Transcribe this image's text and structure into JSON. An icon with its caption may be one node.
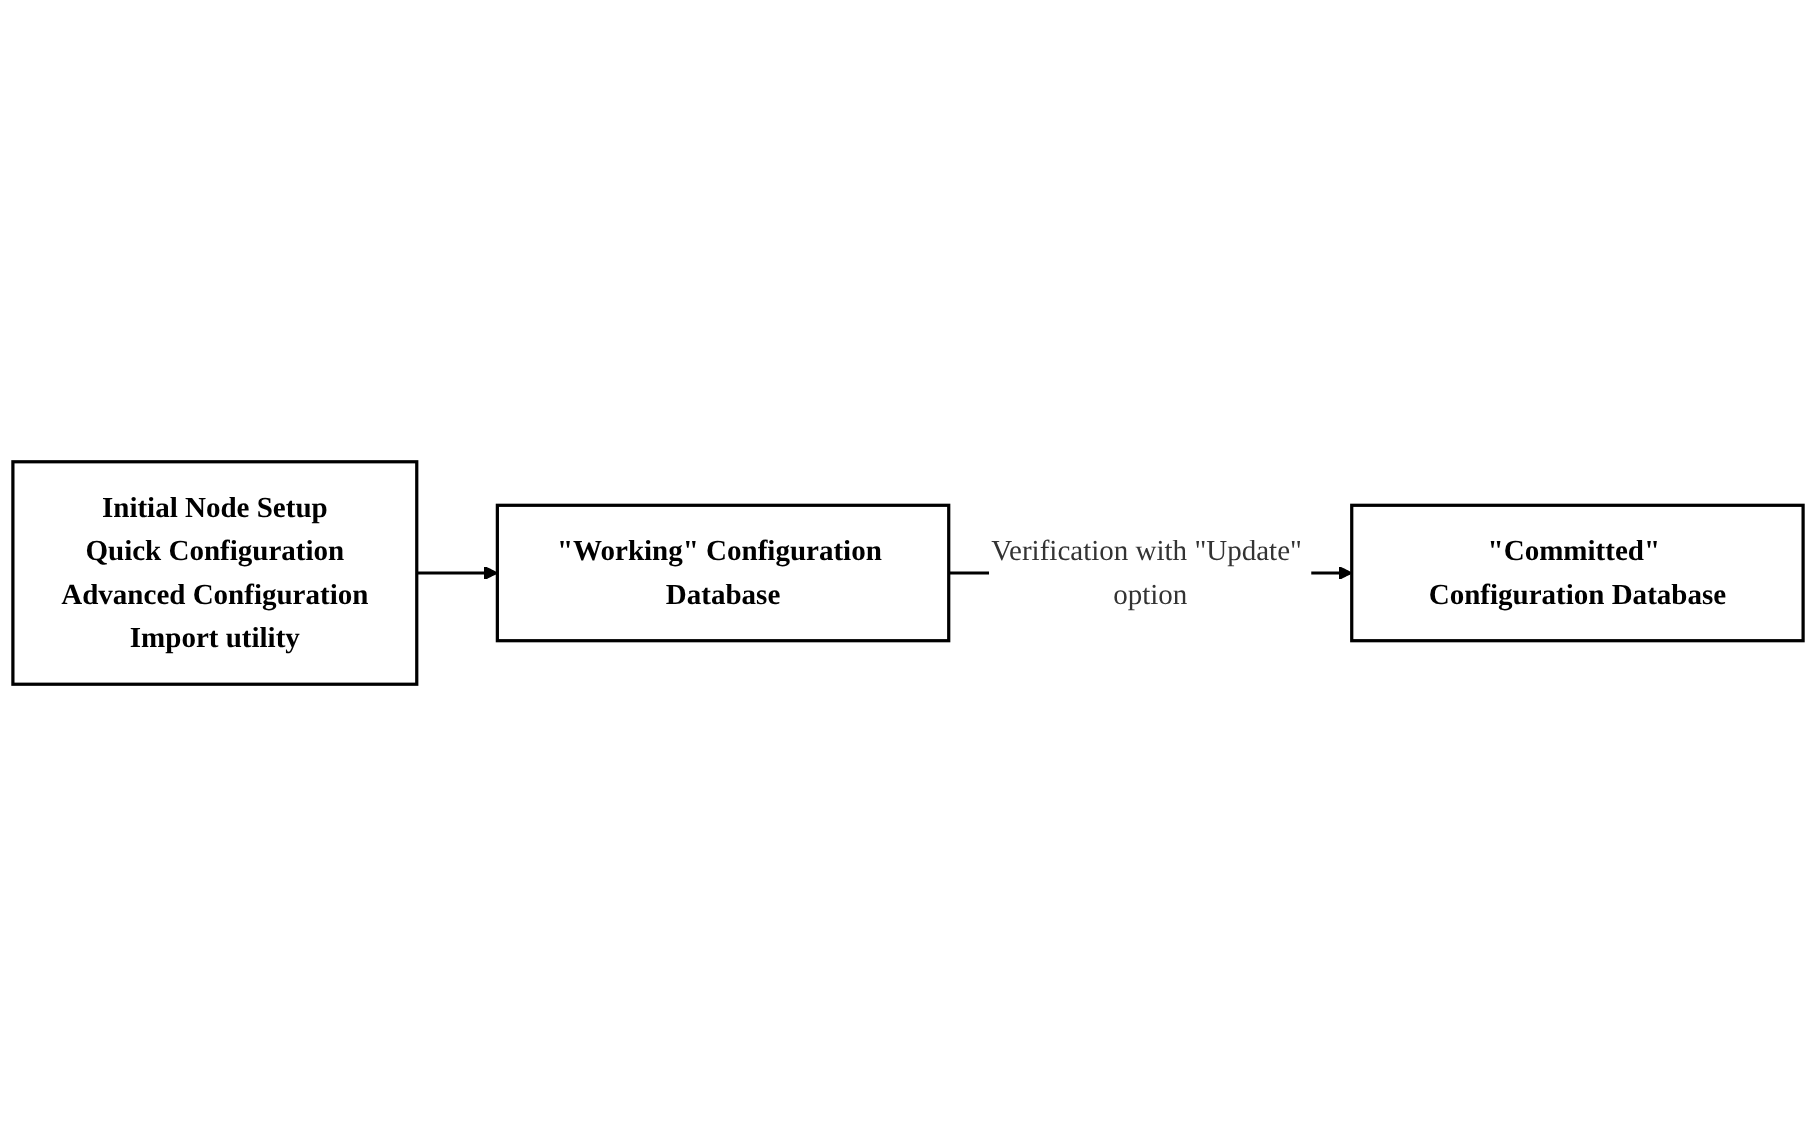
{
  "diagram": {
    "nodes": [
      {
        "text": [
          "\"Committed\" Configuration Database"
        ]
      },
      {
        "text": [
          "Initial Node Setup",
          "Quick Configuration",
          "Advanced Configuration",
          "Import utility"
        ]
      },
      {
        "text": [
          "\"Working\" Configuration Database"
        ]
      }
    ],
    "edges": [
      {
        "from": 1,
        "to": 2,
        "arrow": "to"
      },
      {
        "from": 2,
        "to": 0,
        "arrow": "to",
        "label": "Verification with \"Update\" option"
      }
    ]
  }
}
